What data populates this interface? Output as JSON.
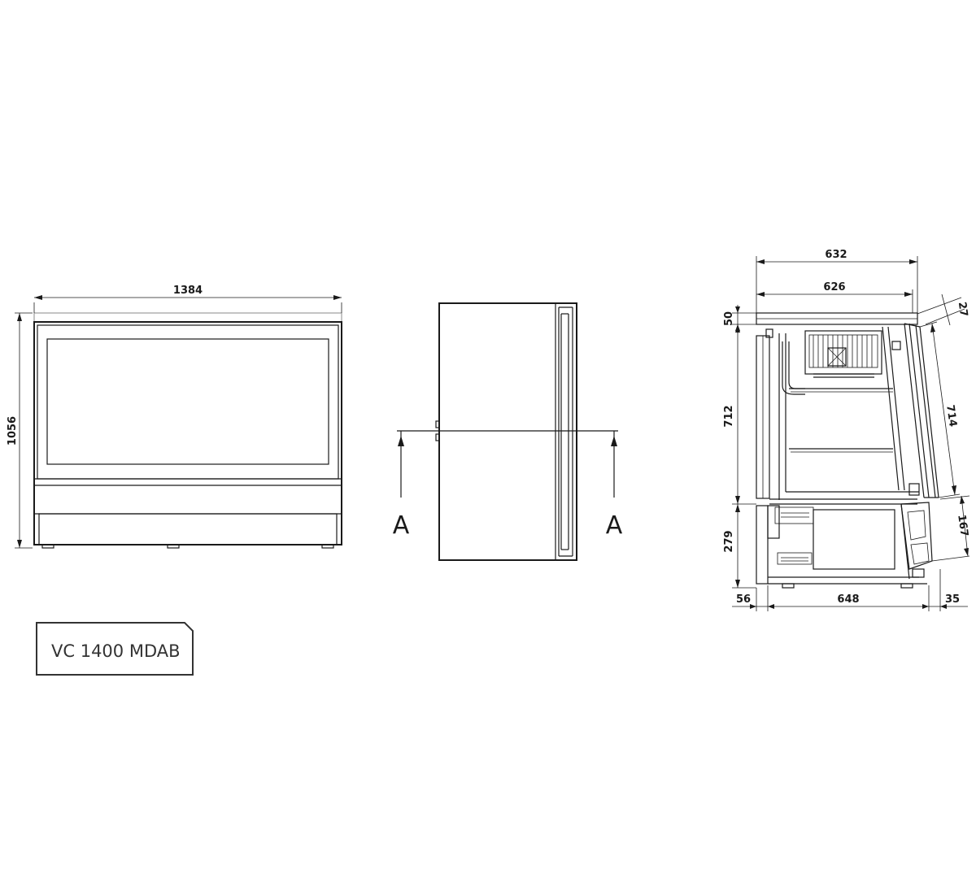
{
  "model_tag": {
    "label": "VC 1400 MDAB"
  },
  "front_view": {
    "width_dimension": "1384",
    "height_dimension": "1056"
  },
  "side_view": {
    "section_label_left": "A",
    "section_label_right": "A"
  },
  "section_view": {
    "overall_depth_dimension": "632",
    "top_depth_dimension": "626",
    "top_thickness_dimension": "50",
    "cabinet_height_dimension": "712",
    "base_height_dimension": "279",
    "glass_length_dimension": "714",
    "glass_offset_dimension": "27",
    "lower_front_dimension": "167",
    "rear_offset_dimension": "56",
    "base_depth_dimension": "648",
    "front_offset_dimension": "35"
  }
}
